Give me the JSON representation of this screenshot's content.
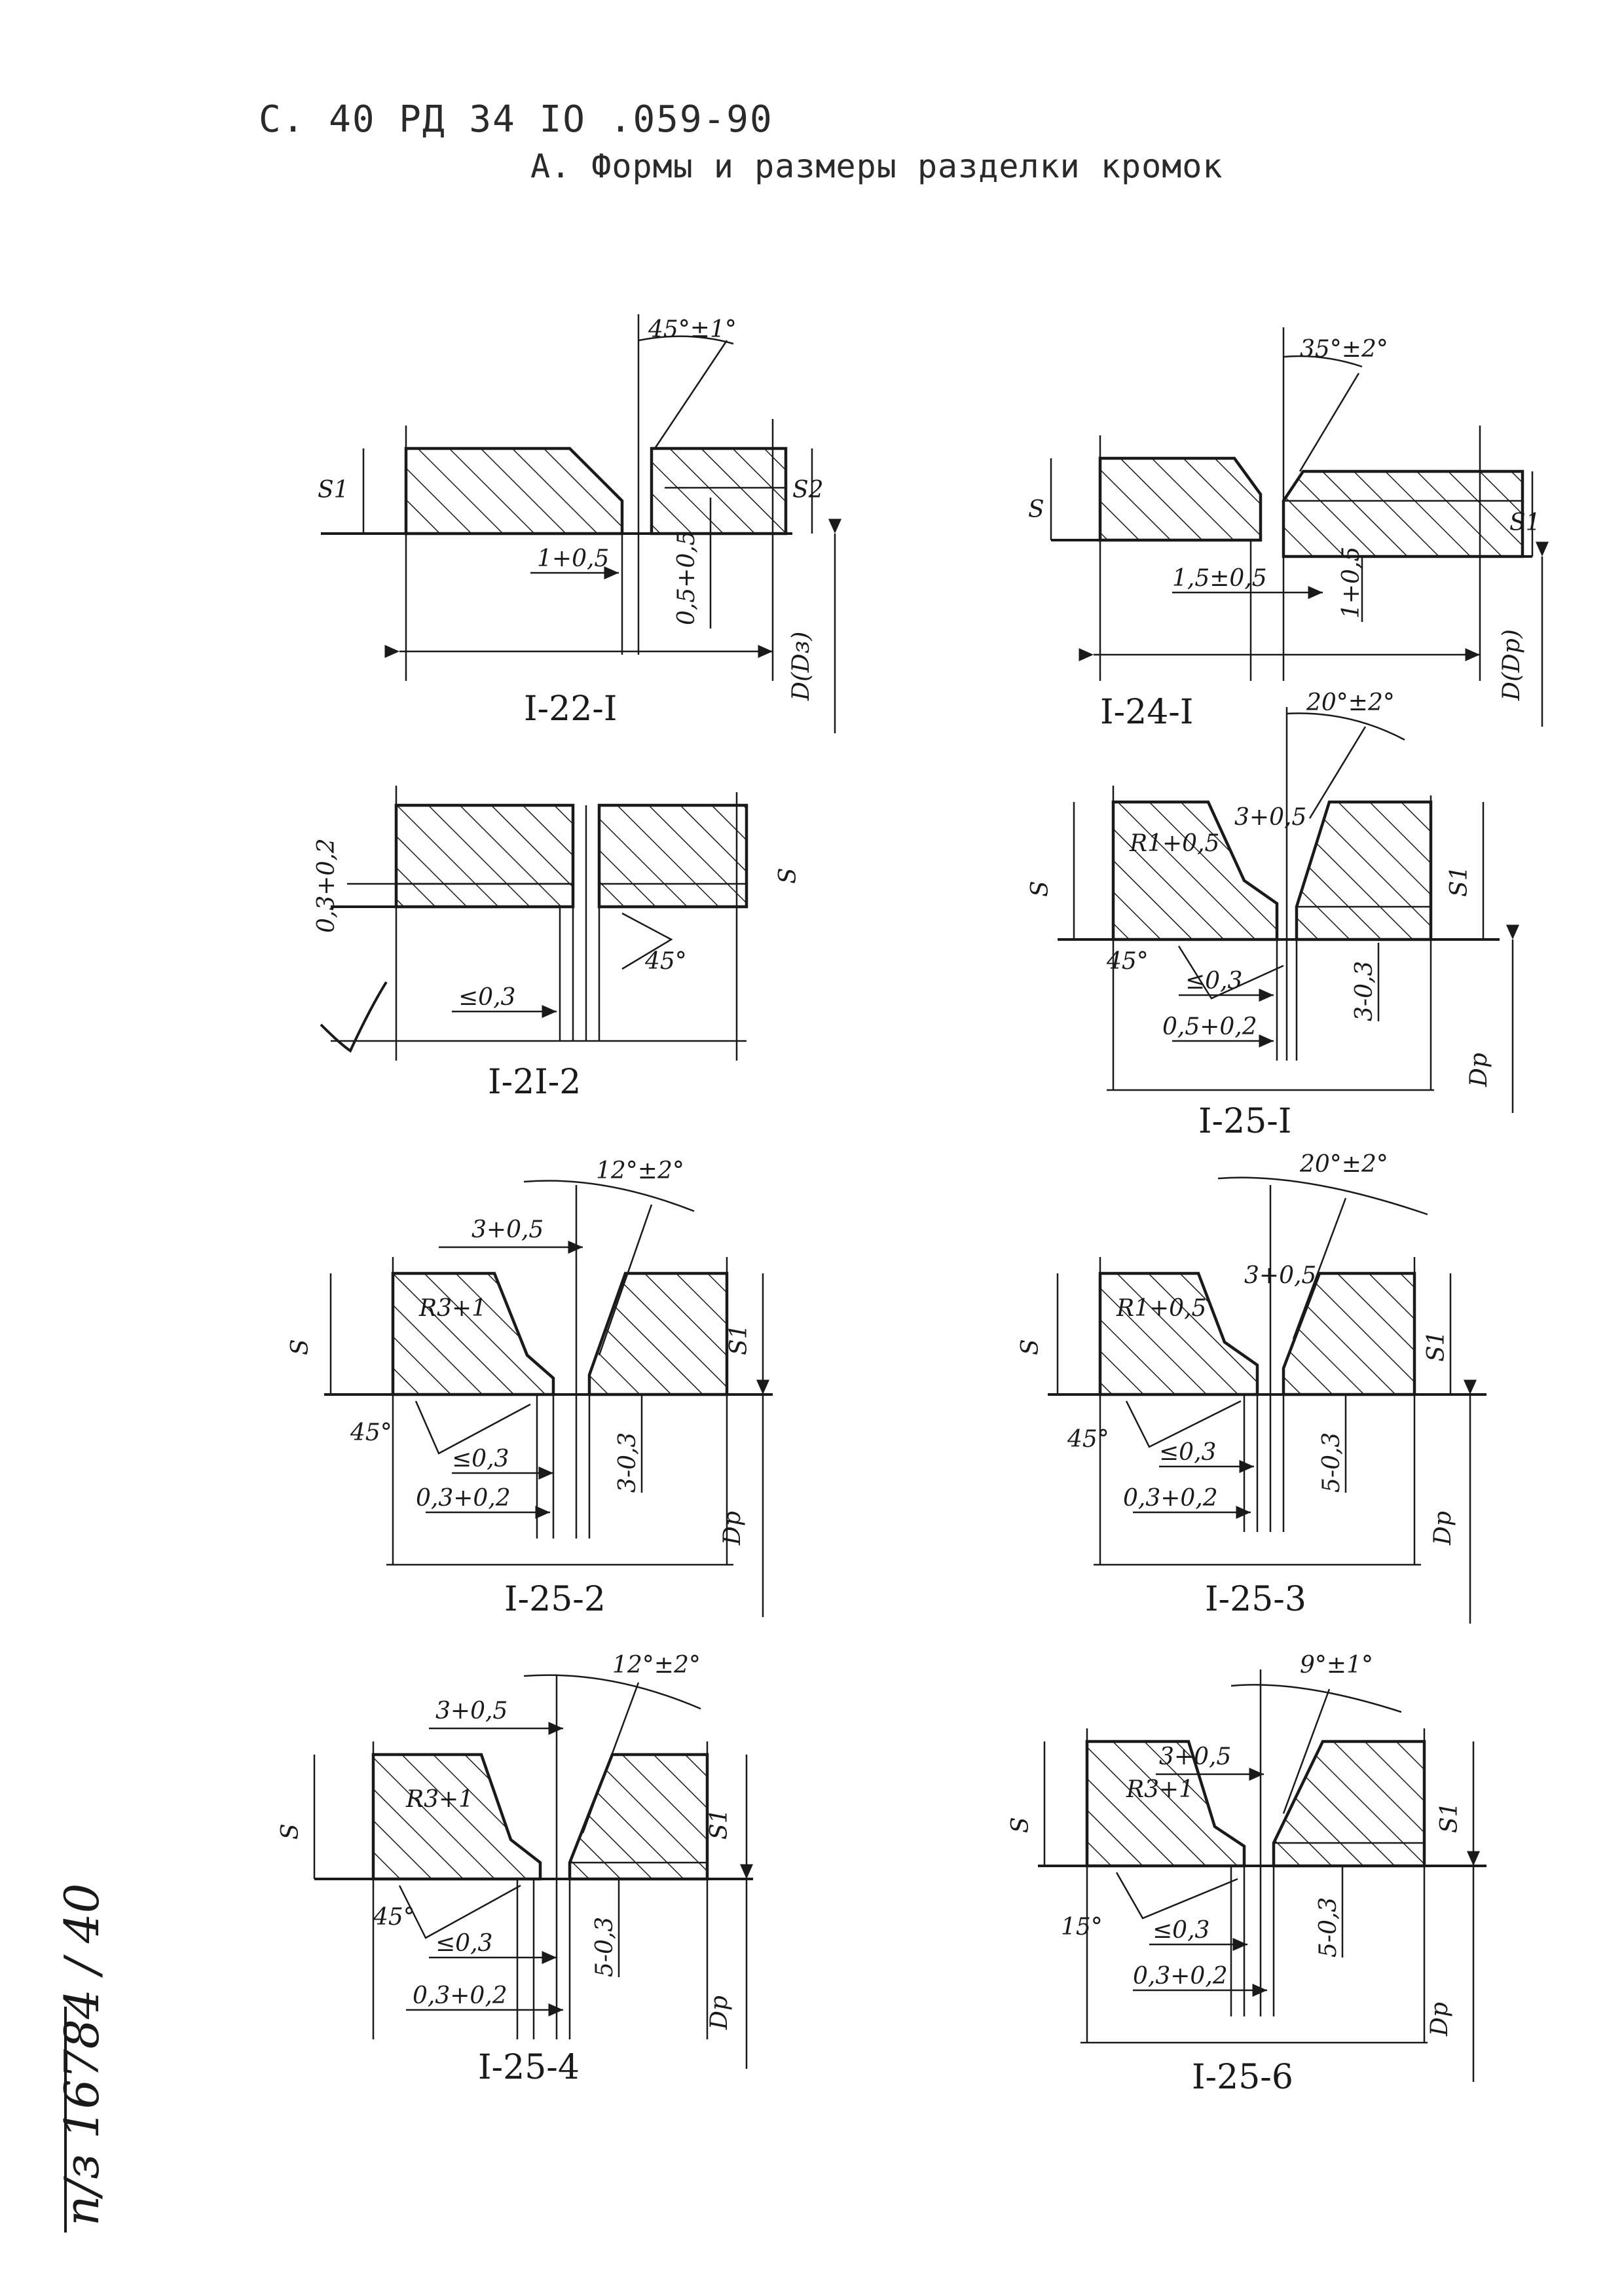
{
  "header": {
    "doc_ref": "С. 40 РД 34 IO .059-90",
    "section_title": "А. Формы и размеры разделки кромок"
  },
  "details": [
    {
      "caption": "I-22-I",
      "labels": [
        "45°±1°",
        "S1",
        "S2",
        "1+0,5",
        "0,5+0,5",
        "D(Dз)"
      ]
    },
    {
      "caption": "I-24-I",
      "labels": [
        "35°±2°",
        "S",
        "S1",
        "1,5±0,5",
        "1+0,5",
        "D(Dр)"
      ]
    },
    {
      "caption": "I-2I-2",
      "labels": [
        "0,3+0,2",
        "S",
        "≤0,3",
        "45°"
      ]
    },
    {
      "caption": "I-25-I",
      "labels": [
        "20°±2°",
        "R1+0,5",
        "3+0,5",
        "S",
        "S1",
        "45°",
        "≤0,3",
        "0,5+0,2",
        "3-0,3",
        "Dр"
      ]
    },
    {
      "caption": "I-25-2",
      "labels": [
        "12°±2°",
        "3+0,5",
        "R3+1",
        "S",
        "S1",
        "45°",
        "≤0,3",
        "0,3+0,2",
        "3-0,3",
        "Dр"
      ]
    },
    {
      "caption": "I-25-3",
      "labels": [
        "20°±2°",
        "3+0,5",
        "R1+0,5",
        "S",
        "S1",
        "45°",
        "≤0,3",
        "0,3+0,2",
        "5-0,3",
        "Dр"
      ]
    },
    {
      "caption": "I-25-4",
      "labels": [
        "12°±2°",
        "3+0,5",
        "R3+1",
        "S",
        "S1",
        "45°",
        "≤0,3",
        "0,3+0,2",
        "5-0,3",
        "Dр"
      ]
    },
    {
      "caption": "I-25-6",
      "labels": [
        "9°±1°",
        "3+0,5",
        "R3+1",
        "S",
        "S1",
        "15°",
        "≤0,3",
        "0,3+0,2",
        "5-0,3",
        "Dр"
      ]
    }
  ],
  "margin_note": "п/з 16784 / 40"
}
